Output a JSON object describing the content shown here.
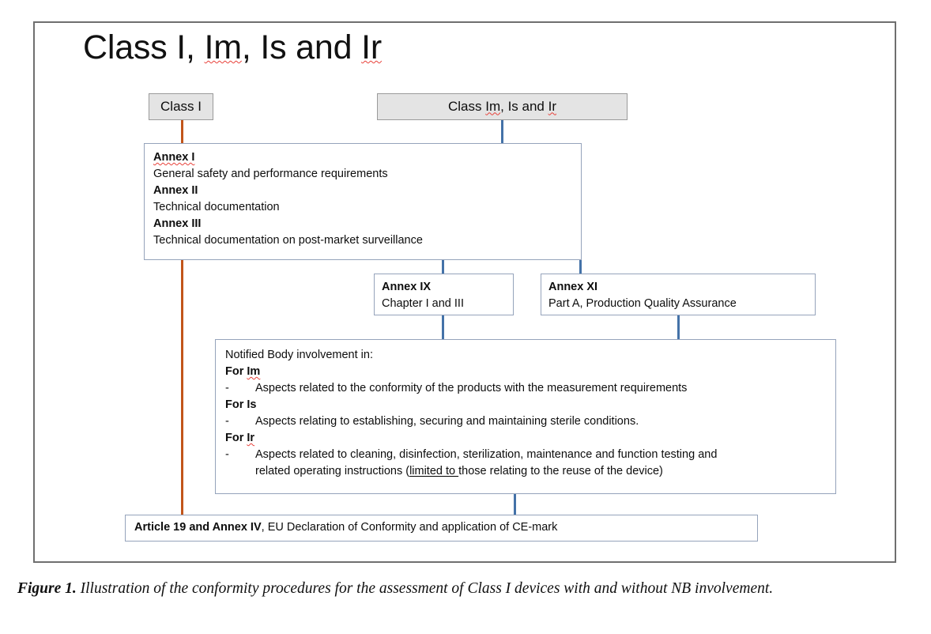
{
  "figure": {
    "title": "Class I, Im, Is and Ir",
    "title_parts": [
      {
        "text": "Class I, ",
        "spellcheck": false
      },
      {
        "text": "Im",
        "spellcheck": true
      },
      {
        "text": ", Is and ",
        "spellcheck": false
      },
      {
        "text": "Ir",
        "spellcheck": true
      }
    ],
    "caption_label": "Figure 1.",
    "caption_text": " Illustration of the conformity procedures for the assessment of Class I devices with and without NB involvement."
  },
  "colors": {
    "connector_blue": "#4472a8",
    "connector_orange": "#c2551a",
    "header_fill": "#e4e4e4",
    "node_border": "#95a3bb",
    "frame_border": "#6f6f6f",
    "spellcheck_red": "#e8413a"
  },
  "nodes": {
    "class_i_header": {
      "label": "Class I"
    },
    "class_imisir_header": {
      "label": "Class Im, Is and Ir",
      "parts": [
        {
          "text": "Class ",
          "spellcheck": false
        },
        {
          "text": "Im",
          "spellcheck": true
        },
        {
          "text": ", Is and ",
          "spellcheck": false
        },
        {
          "text": "Ir",
          "spellcheck": true
        }
      ]
    },
    "annex_group": {
      "lines": [
        {
          "text": "Annex I",
          "bold": true,
          "spellcheck": true
        },
        {
          "text": "General safety and performance requirements",
          "bold": false
        },
        {
          "text": "Annex II",
          "bold": true
        },
        {
          "text": "Technical documentation",
          "bold": false
        },
        {
          "text": "Annex III",
          "bold": true
        },
        {
          "text": "Technical documentation on post-market surveillance",
          "bold": false
        }
      ]
    },
    "annex_ix": {
      "heading": "Annex IX",
      "body": "Chapter I and III"
    },
    "annex_xi": {
      "heading": "Annex XI",
      "body": "Part A, Production Quality Assurance"
    },
    "notified_body": {
      "intro": "Notified Body involvement in:",
      "groups": [
        {
          "heading": "For Im",
          "heading_parts": [
            {
              "text": "For ",
              "spellcheck": false
            },
            {
              "text": "Im",
              "spellcheck": true
            }
          ],
          "bullet_marker": "-",
          "bullet_text": "Aspects related to the conformity of the products with the measurement requirements"
        },
        {
          "heading": "For Is",
          "heading_parts": [
            {
              "text": "For Is",
              "spellcheck": false
            }
          ],
          "bullet_marker": "-",
          "bullet_text": "Aspects relating to establishing, securing and maintaining sterile conditions."
        },
        {
          "heading": "For Ir",
          "heading_parts": [
            {
              "text": "For ",
              "spellcheck": false
            },
            {
              "text": "Ir",
              "spellcheck": true
            }
          ],
          "bullet_marker": "-",
          "bullet_text": "Aspects related to cleaning, disinfection, sterilization, maintenance and function testing and",
          "bullet_text_line2_pre": "related operating instructions (",
          "bullet_text_line2_underlined": "limited to ",
          "bullet_text_line2_post": "those relating to the reuse of the device)"
        }
      ]
    },
    "article_19": {
      "bold_part": "Article 19 and Annex IV",
      "rest_part": ", EU Declaration of Conformity and application of CE-mark"
    }
  }
}
